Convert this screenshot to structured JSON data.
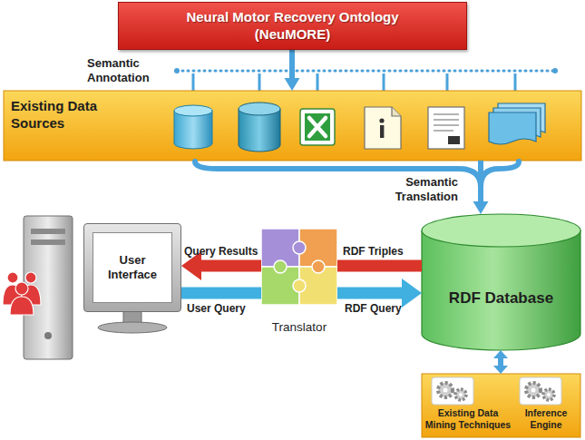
{
  "diagram": {
    "nodes": [
      {
        "text": [
          "Neural Motor Recovery Ontology (NeuMORE)"
        ]
      },
      {
        "text": [
          "Existing Data Sources"
        ]
      },
      {
        "text": [
          "User Interface"
        ]
      },
      {
        "text": [
          "Translator"
        ]
      },
      {
        "text": [
          "RDF Database"
        ]
      },
      {
        "text": [
          "Existing Data Mining Techniques",
          "Inference Engine"
        ]
      }
    ],
    "edges": [
      {
        "from": 0,
        "to": 1,
        "arrow": "to"
      },
      {
        "from": 1,
        "to": 4,
        "arrow": "to"
      },
      {
        "from": 4,
        "to": 3,
        "label": "RDF Triples",
        "arrow": "none"
      },
      {
        "from": 3,
        "to": 2,
        "label": "Query Results",
        "arrow": "to"
      },
      {
        "from": 2,
        "to": 3,
        "label": "User Query",
        "arrow": "none"
      },
      {
        "from": 3,
        "to": 4,
        "label": "RDF Query",
        "arrow": "to"
      },
      {
        "from": 4,
        "to": 5,
        "arrow": "both"
      }
    ],
    "labels": [
      "Semantic Annotation",
      "Semantic Translation"
    ]
  }
}
